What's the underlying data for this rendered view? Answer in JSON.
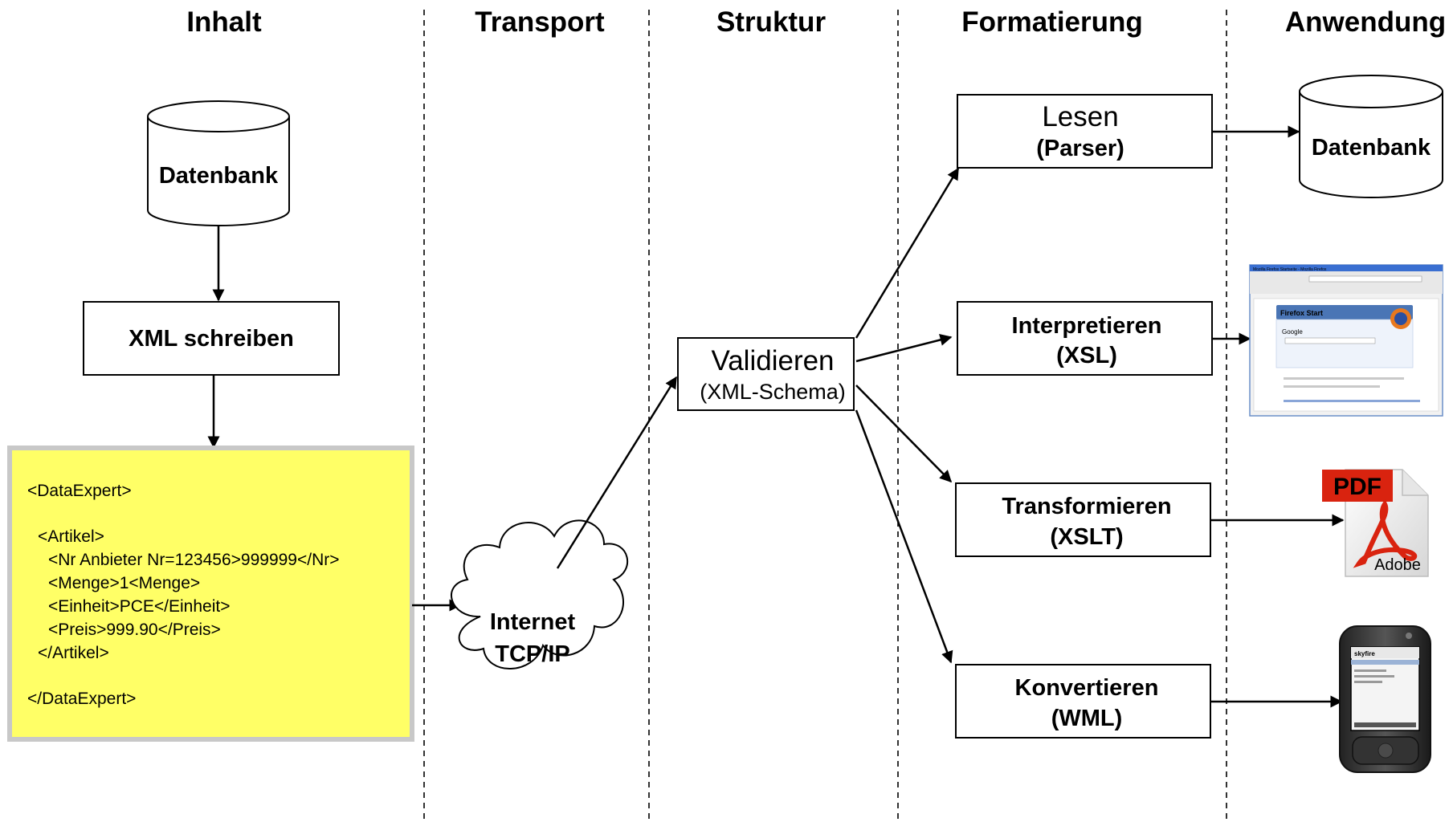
{
  "columns": {
    "inhalt": "Inhalt",
    "transport": "Transport",
    "struktur": "Struktur",
    "formatierung": "Formatierung",
    "anwendung": "Anwendung"
  },
  "inhalt": {
    "database_label": "Datenbank",
    "xml_write_label": "XML schreiben",
    "xml_lines": [
      "<DataExpert>",
      "<Artikel>",
      "<Nr Anbieter Nr=123456>999999</Nr>",
      "<Menge>1<Menge>",
      "<Einheit>PCE</Einheit>",
      "<Preis>999.90</Preis>",
      "</Artikel>",
      "</DataExpert>"
    ]
  },
  "transport": {
    "cloud_line1": "Internet",
    "cloud_line2": "TCP/IP"
  },
  "struktur": {
    "validate_title": "Validieren",
    "validate_sub": "(XML-Schema)"
  },
  "formatierung": {
    "read_title": "Lesen",
    "read_sub": "(Parser)",
    "interpret_title": "Interpretieren",
    "interpret_sub": "(XSL)",
    "transform_title": "Transformieren",
    "transform_sub": "(XSLT)",
    "convert_title": "Konvertieren",
    "convert_sub": "(WML)"
  },
  "anwendung": {
    "database_label": "Datenbank",
    "browser_title": "Mozilla Firefox Startseite - Mozilla Firefox",
    "browser_heading": "Firefox Start",
    "browser_search_brand": "Google",
    "pdf_label": "PDF",
    "pdf_brand": "Adobe",
    "phone_brand": "skyfire"
  },
  "colors": {
    "xml_note": "#ffff66",
    "xml_note_border": "#c8c8c8"
  }
}
